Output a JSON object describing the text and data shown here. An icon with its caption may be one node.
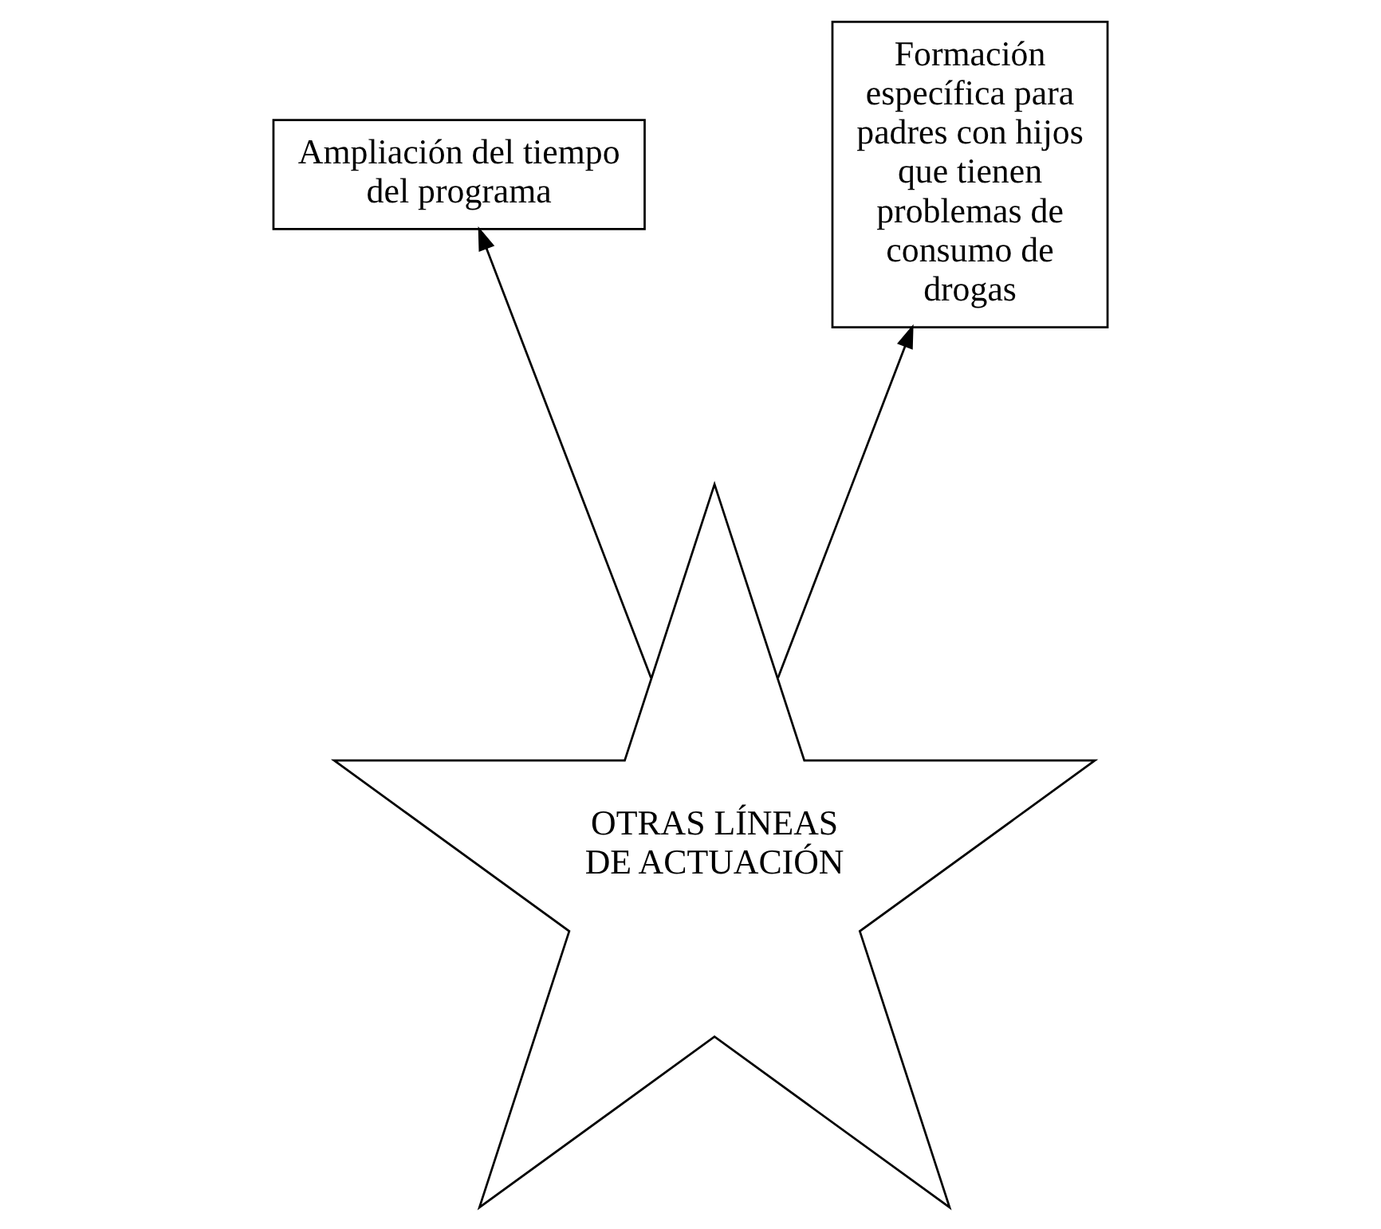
{
  "diagram": {
    "nodes": [
      {
        "text": [
          "Ampliación del tiempo del programa"
        ]
      },
      {
        "text": [
          "Formación específica para padres con hijos que tienen problemas de consumo de drogas"
        ]
      },
      {
        "text": [
          "OTRAS LÍNEAS DE ACTUACIÓN"
        ]
      }
    ],
    "edges": [
      {
        "from": 2,
        "to": 0,
        "arrow": "to"
      },
      {
        "from": 2,
        "to": 1,
        "arrow": "to"
      }
    ]
  }
}
